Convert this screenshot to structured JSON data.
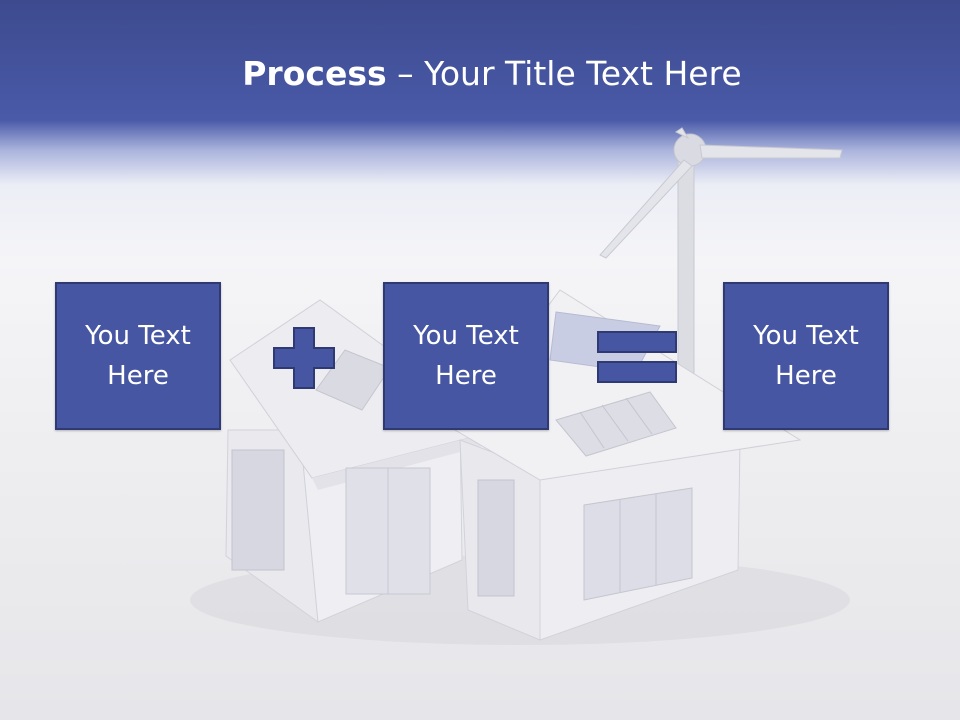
{
  "title": {
    "bold": "Process",
    "separator": " – ",
    "rest": "Your Title Text Here"
  },
  "boxes": [
    {
      "text": "You Text\nHere"
    },
    {
      "text": "You Text\nHere"
    },
    {
      "text": "You Text\nHere"
    }
  ],
  "operators": [
    "plus-icon",
    "equals-icon"
  ],
  "background_image": "house-with-solar-panels-and-wind-turbine",
  "colors": {
    "header": "#4a5aa8",
    "box_fill": "#4756a2",
    "box_border": "#2f3a72"
  }
}
